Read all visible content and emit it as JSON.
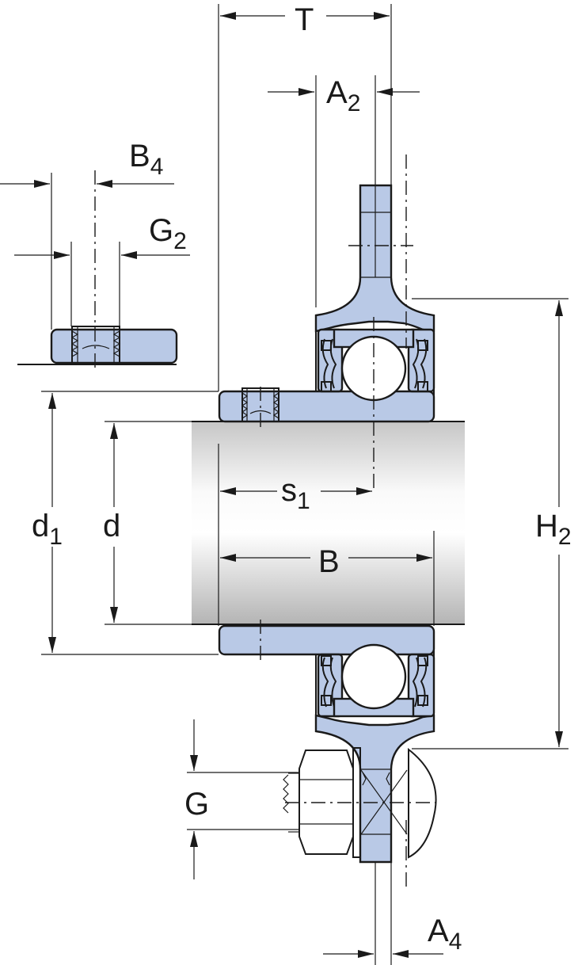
{
  "colors": {
    "part_fill": "#b9c9e6",
    "line": "#1a1a1a",
    "background": "#ffffff"
  },
  "labels": {
    "T": {
      "main": "T",
      "sub": ""
    },
    "A2": {
      "main": "A",
      "sub": "2"
    },
    "B4": {
      "main": "B",
      "sub": "4"
    },
    "G2": {
      "main": "G",
      "sub": "2"
    },
    "s1": {
      "main": "s",
      "sub": "1"
    },
    "d1": {
      "main": "d",
      "sub": "1"
    },
    "d": {
      "main": "d",
      "sub": ""
    },
    "B": {
      "main": "B",
      "sub": ""
    },
    "H2": {
      "main": "H",
      "sub": "2"
    },
    "G": {
      "main": "G",
      "sub": ""
    },
    "A4": {
      "main": "A",
      "sub": "4"
    }
  }
}
